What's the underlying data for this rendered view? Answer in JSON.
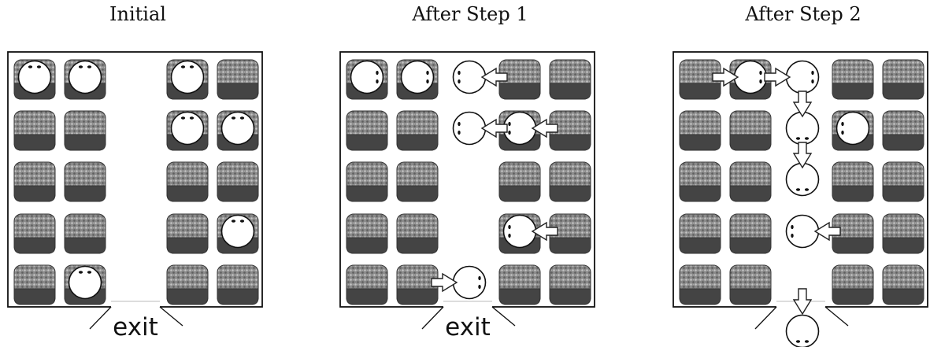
{
  "panels": [
    {
      "title": "Initial",
      "exit_label": "exit"
    },
    {
      "title": "After Step 1",
      "exit_label": "exit"
    },
    {
      "title": "After Step 2",
      "exit_label": ""
    }
  ],
  "layout": {
    "rows": 5,
    "seat_columns": [
      0,
      1,
      3,
      4
    ],
    "aisle_column": 2
  },
  "states": [
    {
      "persons": [
        {
          "row": 0,
          "col": 0,
          "facing": "up"
        },
        {
          "row": 0,
          "col": 1,
          "facing": "up"
        },
        {
          "row": 0,
          "col": 3,
          "facing": "up"
        },
        {
          "row": 1,
          "col": 3,
          "facing": "up"
        },
        {
          "row": 1,
          "col": 4,
          "facing": "up"
        },
        {
          "row": 3,
          "col": 4,
          "facing": "up"
        },
        {
          "row": 4,
          "col": 1,
          "facing": "up"
        }
      ],
      "arrows": []
    },
    {
      "persons": [
        {
          "row": 0,
          "col": 0,
          "facing": "right"
        },
        {
          "row": 0,
          "col": 1,
          "facing": "right"
        },
        {
          "row": 0,
          "col": 2,
          "facing": "left"
        },
        {
          "row": 1,
          "col": 2,
          "facing": "left"
        },
        {
          "row": 1,
          "col": 3,
          "facing": "left"
        },
        {
          "row": 3,
          "col": 3,
          "facing": "left"
        },
        {
          "row": 4,
          "col": 2,
          "facing": "right"
        }
      ],
      "arrows": [
        {
          "row": 0,
          "col": 2,
          "dir": "left"
        },
        {
          "row": 1,
          "col": 2,
          "dir": "left"
        },
        {
          "row": 1,
          "col": 3,
          "dir": "left"
        },
        {
          "row": 3,
          "col": 3,
          "dir": "left"
        },
        {
          "row": 4,
          "col": 2,
          "dir": "right"
        }
      ]
    },
    {
      "persons": [
        {
          "row": 0,
          "col": 1,
          "facing": "right"
        },
        {
          "row": 0,
          "col": 2,
          "facing": "right"
        },
        {
          "row": 1,
          "col": 2,
          "facing": "down"
        },
        {
          "row": 1,
          "col": 3,
          "facing": "left"
        },
        {
          "row": 2,
          "col": 2,
          "facing": "down"
        },
        {
          "row": 3,
          "col": 2,
          "facing": "left"
        },
        {
          "row": 5,
          "col": 2,
          "facing": "down"
        }
      ],
      "arrows": [
        {
          "row": 0,
          "col": 1,
          "dir": "right"
        },
        {
          "row": 0,
          "col": 2,
          "dir": "right"
        },
        {
          "row": 1,
          "col": 2,
          "dir": "down"
        },
        {
          "row": 2,
          "col": 2,
          "dir": "down"
        },
        {
          "row": 3,
          "col": 2,
          "dir": "left"
        },
        {
          "row": 5,
          "col": 2,
          "dir": "down"
        }
      ]
    }
  ]
}
